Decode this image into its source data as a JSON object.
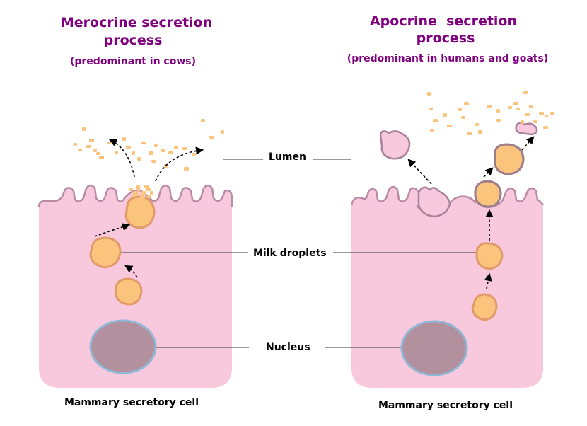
{
  "left_panel": {
    "title_line1": "Merocrine secretion",
    "title_line2": "process",
    "subtitle": "(predominant in cows)",
    "cell_label": "Mammary secretory cell"
  },
  "right_panel": {
    "title_line1": "Apocrine  secretion",
    "title_line2": "process",
    "subtitle": "(predominant in humans and goats)",
    "cell_label": "Mammary secretory cell"
  },
  "labels": {
    "lumen": "Lumen",
    "milk_droplets": "Milk droplets",
    "nucleus": "Nucleus"
  },
  "colors": {
    "title": "#800080",
    "cell": "#f8c8dc",
    "droplet": "#fbc47d",
    "nucleus": "#b3909d"
  }
}
